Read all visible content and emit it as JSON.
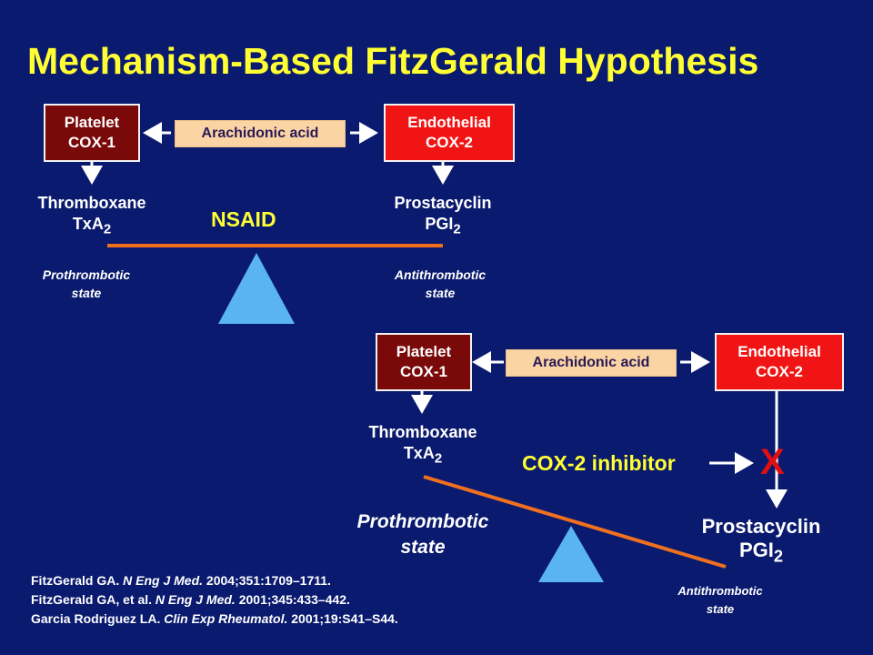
{
  "title": "Mechanism-Based FitzGerald Hypothesis",
  "top": {
    "platelet": {
      "line1": "Platelet",
      "line2": "COX-1"
    },
    "acid": "Arachidonic acid",
    "endothelial": {
      "line1": "Endothelial",
      "line2": "COX-2"
    },
    "thromboxane": {
      "name": "Thromboxane",
      "abbr": "TxA",
      "sub": "2"
    },
    "prostacyclin": {
      "name": "Prostacyclin",
      "abbr": "PGI",
      "sub": "2"
    },
    "nsaid": "NSAID",
    "pro_state": {
      "line1": "Prothrombotic",
      "line2": "state"
    },
    "anti_state": {
      "line1": "Antithrombotic",
      "line2": "state"
    }
  },
  "bottom": {
    "platelet": {
      "line1": "Platelet",
      "line2": "COX-1"
    },
    "acid": "Arachidonic acid",
    "endothelial": {
      "line1": "Endothelial",
      "line2": "COX-2"
    },
    "thromboxane": {
      "name": "Thromboxane",
      "abbr": "TxA",
      "sub": "2"
    },
    "inhibitor": "COX-2 inhibitor",
    "x_mark": "X",
    "prostacyclin": {
      "name": "Prostacyclin",
      "abbr": "PGI",
      "sub": "2"
    },
    "pro_state": {
      "line1": "Prothrombotic",
      "line2": "state"
    },
    "anti_state": {
      "line1": "Antithrombotic",
      "line2": "state"
    }
  },
  "references": [
    {
      "pre": "FitzGerald GA. ",
      "journal": "N Eng J Med.",
      "post": " 2004;351:1709–1711."
    },
    {
      "pre": "FitzGerald GA, et al. ",
      "journal": "N Eng J Med.",
      "post": " 2001;345:433–442."
    },
    {
      "pre": "Garcia Rodriguez LA. ",
      "journal": "Clin Exp Rheumatol.",
      "post": " 2001;19:S41–S44."
    }
  ],
  "colors": {
    "background": "#0a1a6e",
    "title": "#ffff33",
    "platelet_box": "#7a0a0a",
    "endothelial_box": "#f01414",
    "acid_box": "#fbd4a4",
    "balance_beam": "#f07020",
    "fulcrum": "#5ab4f0"
  }
}
